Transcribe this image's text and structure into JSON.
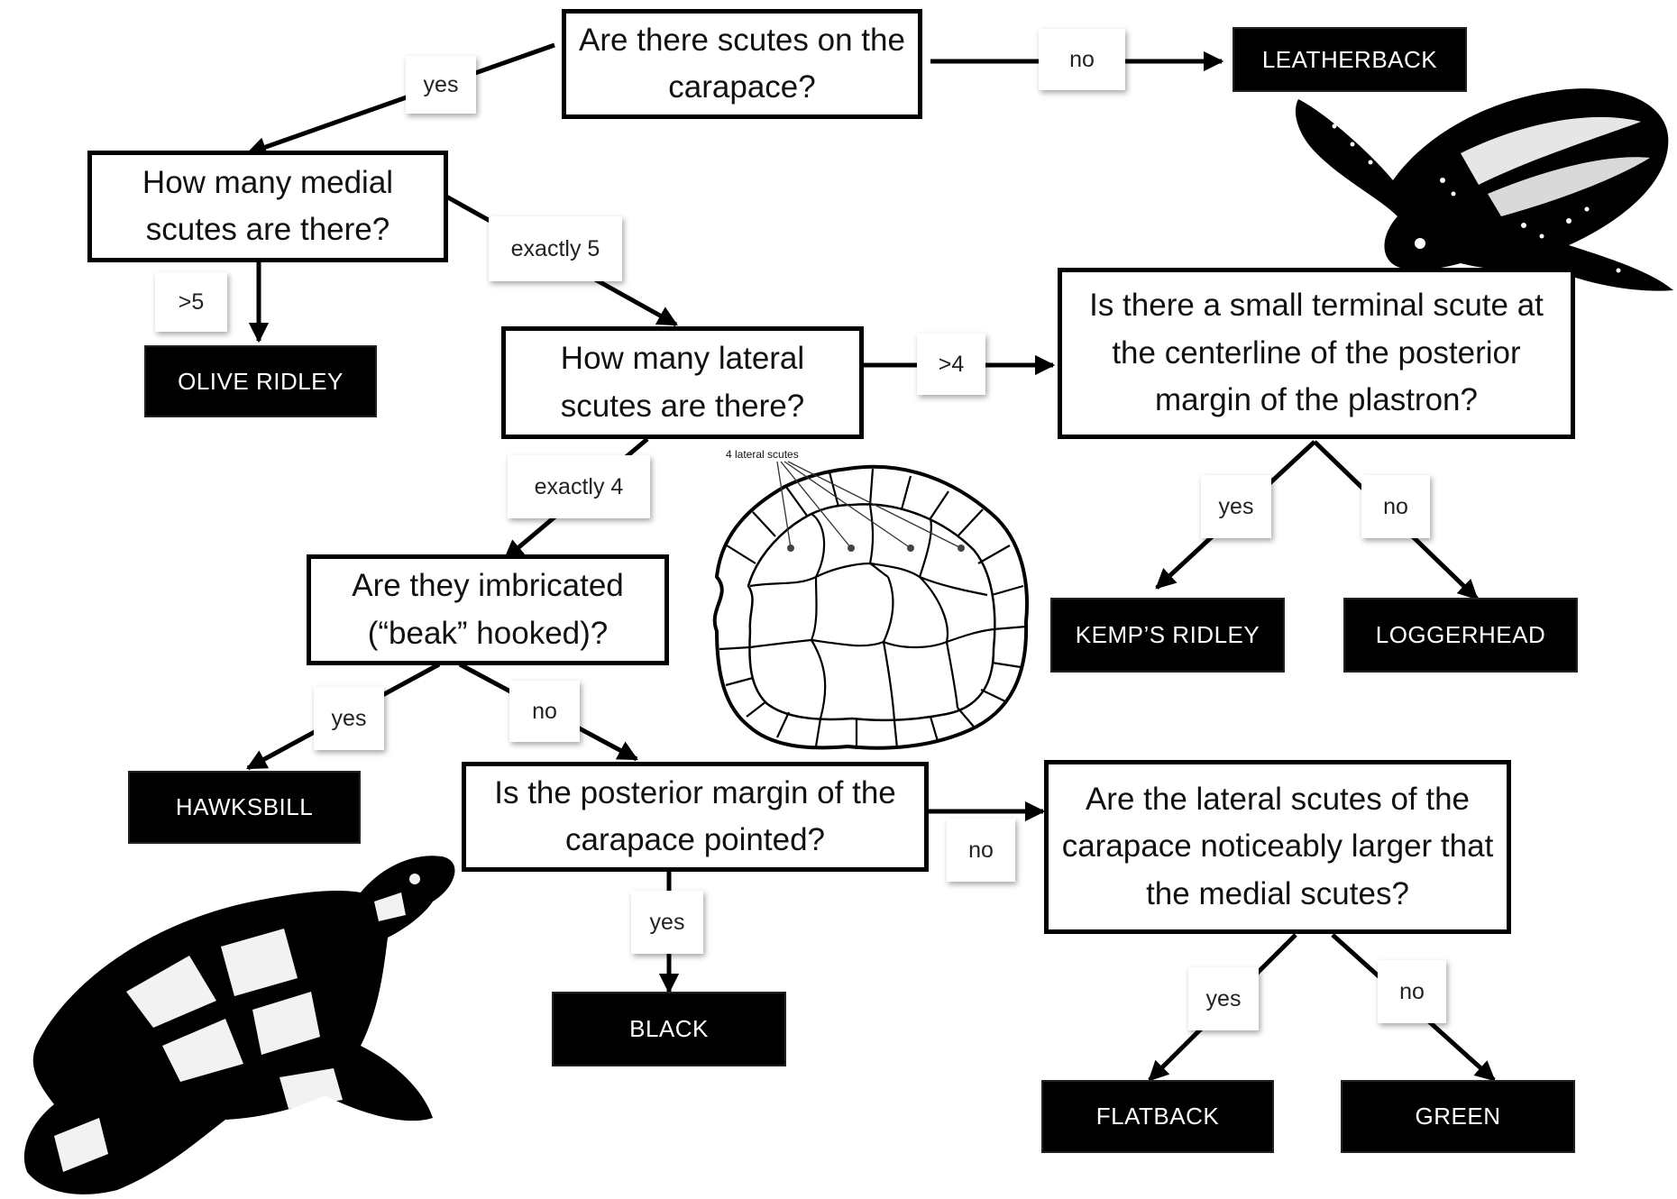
{
  "questions": {
    "q_scutes": "Are there scutes on the carapace?",
    "q_medial": "How many medial scutes are there?",
    "q_lateral": "How many lateral scutes are there?",
    "q_terminal": "Is there a small terminal scute at the centerline of the posterior margin of the plastron?",
    "q_imbricated": "Are they imbricated (“beak” hooked)?",
    "q_posterior": "Is the posterior margin of the carapace pointed?",
    "q_lateral_larger": "Are the lateral scutes of the carapace noticeably larger that the medial scutes?"
  },
  "species": {
    "leatherback": "LEATHERBACK",
    "olive_ridley": "OLIVE RIDLEY",
    "kemps_ridley": "KEMP’S RIDLEY",
    "loggerhead": "LOGGERHEAD",
    "hawksbill": "HAWKSBILL",
    "black": "BLACK",
    "flatback": "FLATBACK",
    "green": "GREEN"
  },
  "edges": {
    "scutes_yes": "yes",
    "scutes_no": "no",
    "medial_gt5": ">5",
    "medial_exactly5": "exactly 5",
    "lateral_gt4": ">4",
    "lateral_exactly4": "exactly 4",
    "terminal_yes": "yes",
    "terminal_no": "no",
    "imbricated_yes": "yes",
    "imbricated_no": "no",
    "posterior_yes": "yes",
    "posterior_no": "no",
    "larger_yes": "yes",
    "larger_no": "no"
  },
  "illustration": {
    "carapace_annotation": "4 lateral scutes"
  },
  "colors": {
    "leaf_fill": "#000000",
    "leaf_text": "#ffffff",
    "box_border": "#000000"
  }
}
